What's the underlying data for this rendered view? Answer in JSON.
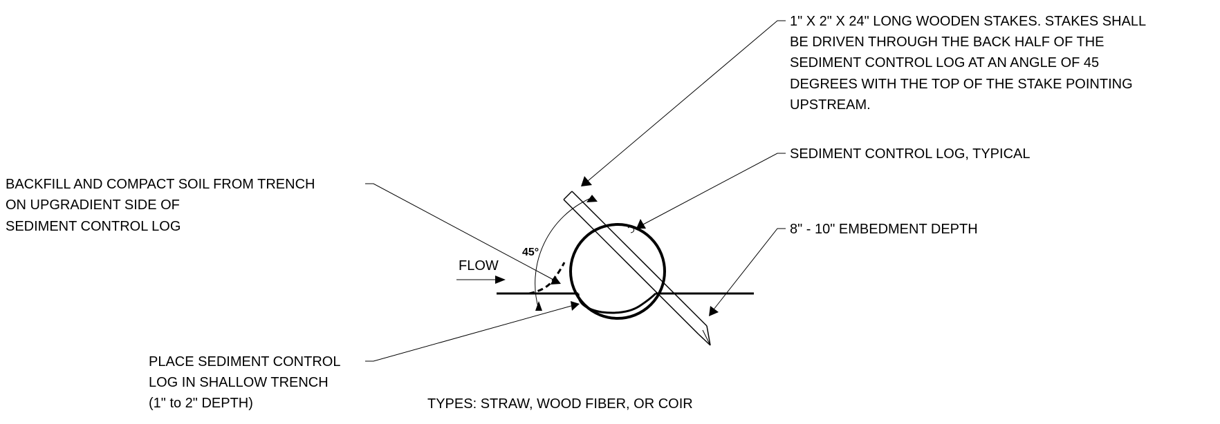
{
  "notes": {
    "stakes": [
      "1\" X 2\" X 24\" LONG WOODEN STAKES.  STAKES SHALL",
      "BE DRIVEN THROUGH THE BACK HALF OF THE",
      "SEDIMENT CONTROL LOG AT AN ANGLE OF 45",
      "DEGREES WITH THE TOP OF THE STAKE POINTING",
      "UPSTREAM."
    ],
    "log": "SEDIMENT CONTROL LOG, TYPICAL",
    "embedment": "8\" - 10\" EMBEDMENT DEPTH",
    "backfill": [
      "BACKFILL AND COMPACT SOIL FROM TRENCH",
      "ON UPGRADIENT SIDE OF",
      "SEDIMENT CONTROL LOG"
    ],
    "place": [
      "PLACE SEDIMENT CONTROL",
      "LOG IN SHALLOW TRENCH",
      "(1\" to 2\" DEPTH)"
    ],
    "types": "TYPES:  STRAW, WOOD FIBER,  OR COIR"
  },
  "flow_label": "FLOW",
  "angle_label": "45°"
}
